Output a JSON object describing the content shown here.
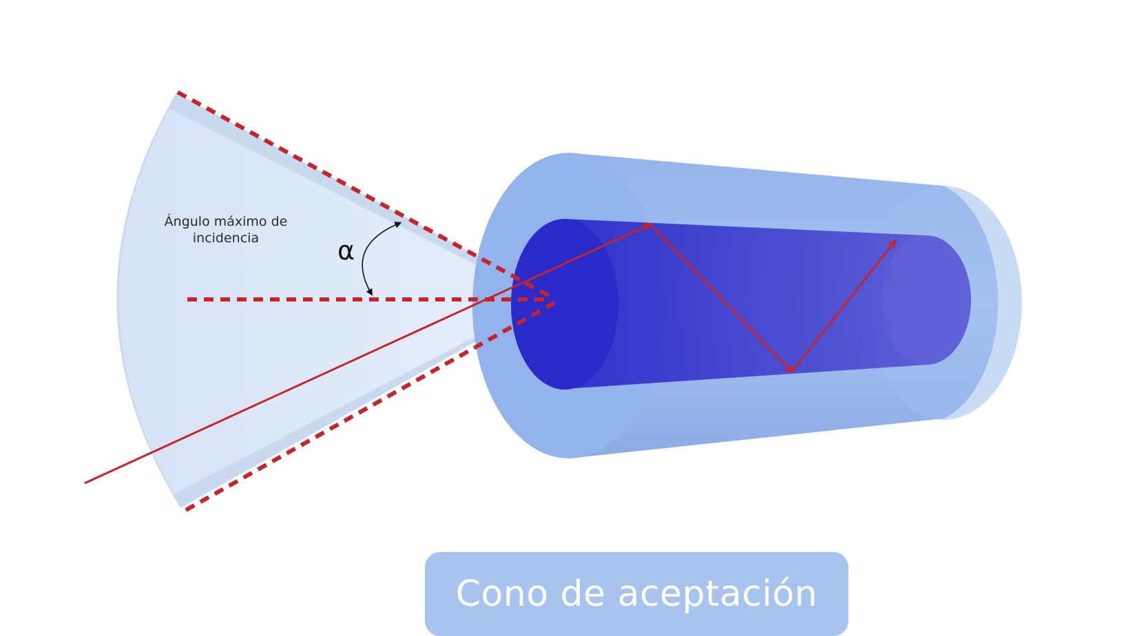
{
  "labels": {
    "max_angle": "Ángulo máximo de incidencia",
    "alpha": "α"
  },
  "title": {
    "text": "Cono de aceptación"
  },
  "colors": {
    "cone_fill": "#dde9f8",
    "cone_edge": "#c5d6ec",
    "cladding": "#8aaee8",
    "core": "#2f2fcf",
    "ray": "#c8232c",
    "dashed": "#c8232c",
    "badge": "#a8c4ee",
    "badge_text": "#ffffff"
  },
  "icons": {
    "angle_arrow": "curved-double-arrow-icon"
  }
}
